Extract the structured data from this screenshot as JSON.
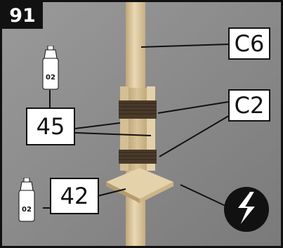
{
  "step_number": "91",
  "labels": {
    "c6": "C6",
    "c2": "C2",
    "paint_45": "45",
    "paint_42": "42"
  },
  "bottles": {
    "top_number": "02",
    "bottom_number": "02"
  },
  "icons": {
    "glue_icon": "glue-lightning-icon",
    "paint_bottle_icon": "paint-bottle-icon"
  },
  "colors": {
    "background": "#8f8f8f",
    "frame": "#111111",
    "label_fill": "#ffffff",
    "wood": "#d9c79f",
    "thread": "#4a3a2a"
  }
}
